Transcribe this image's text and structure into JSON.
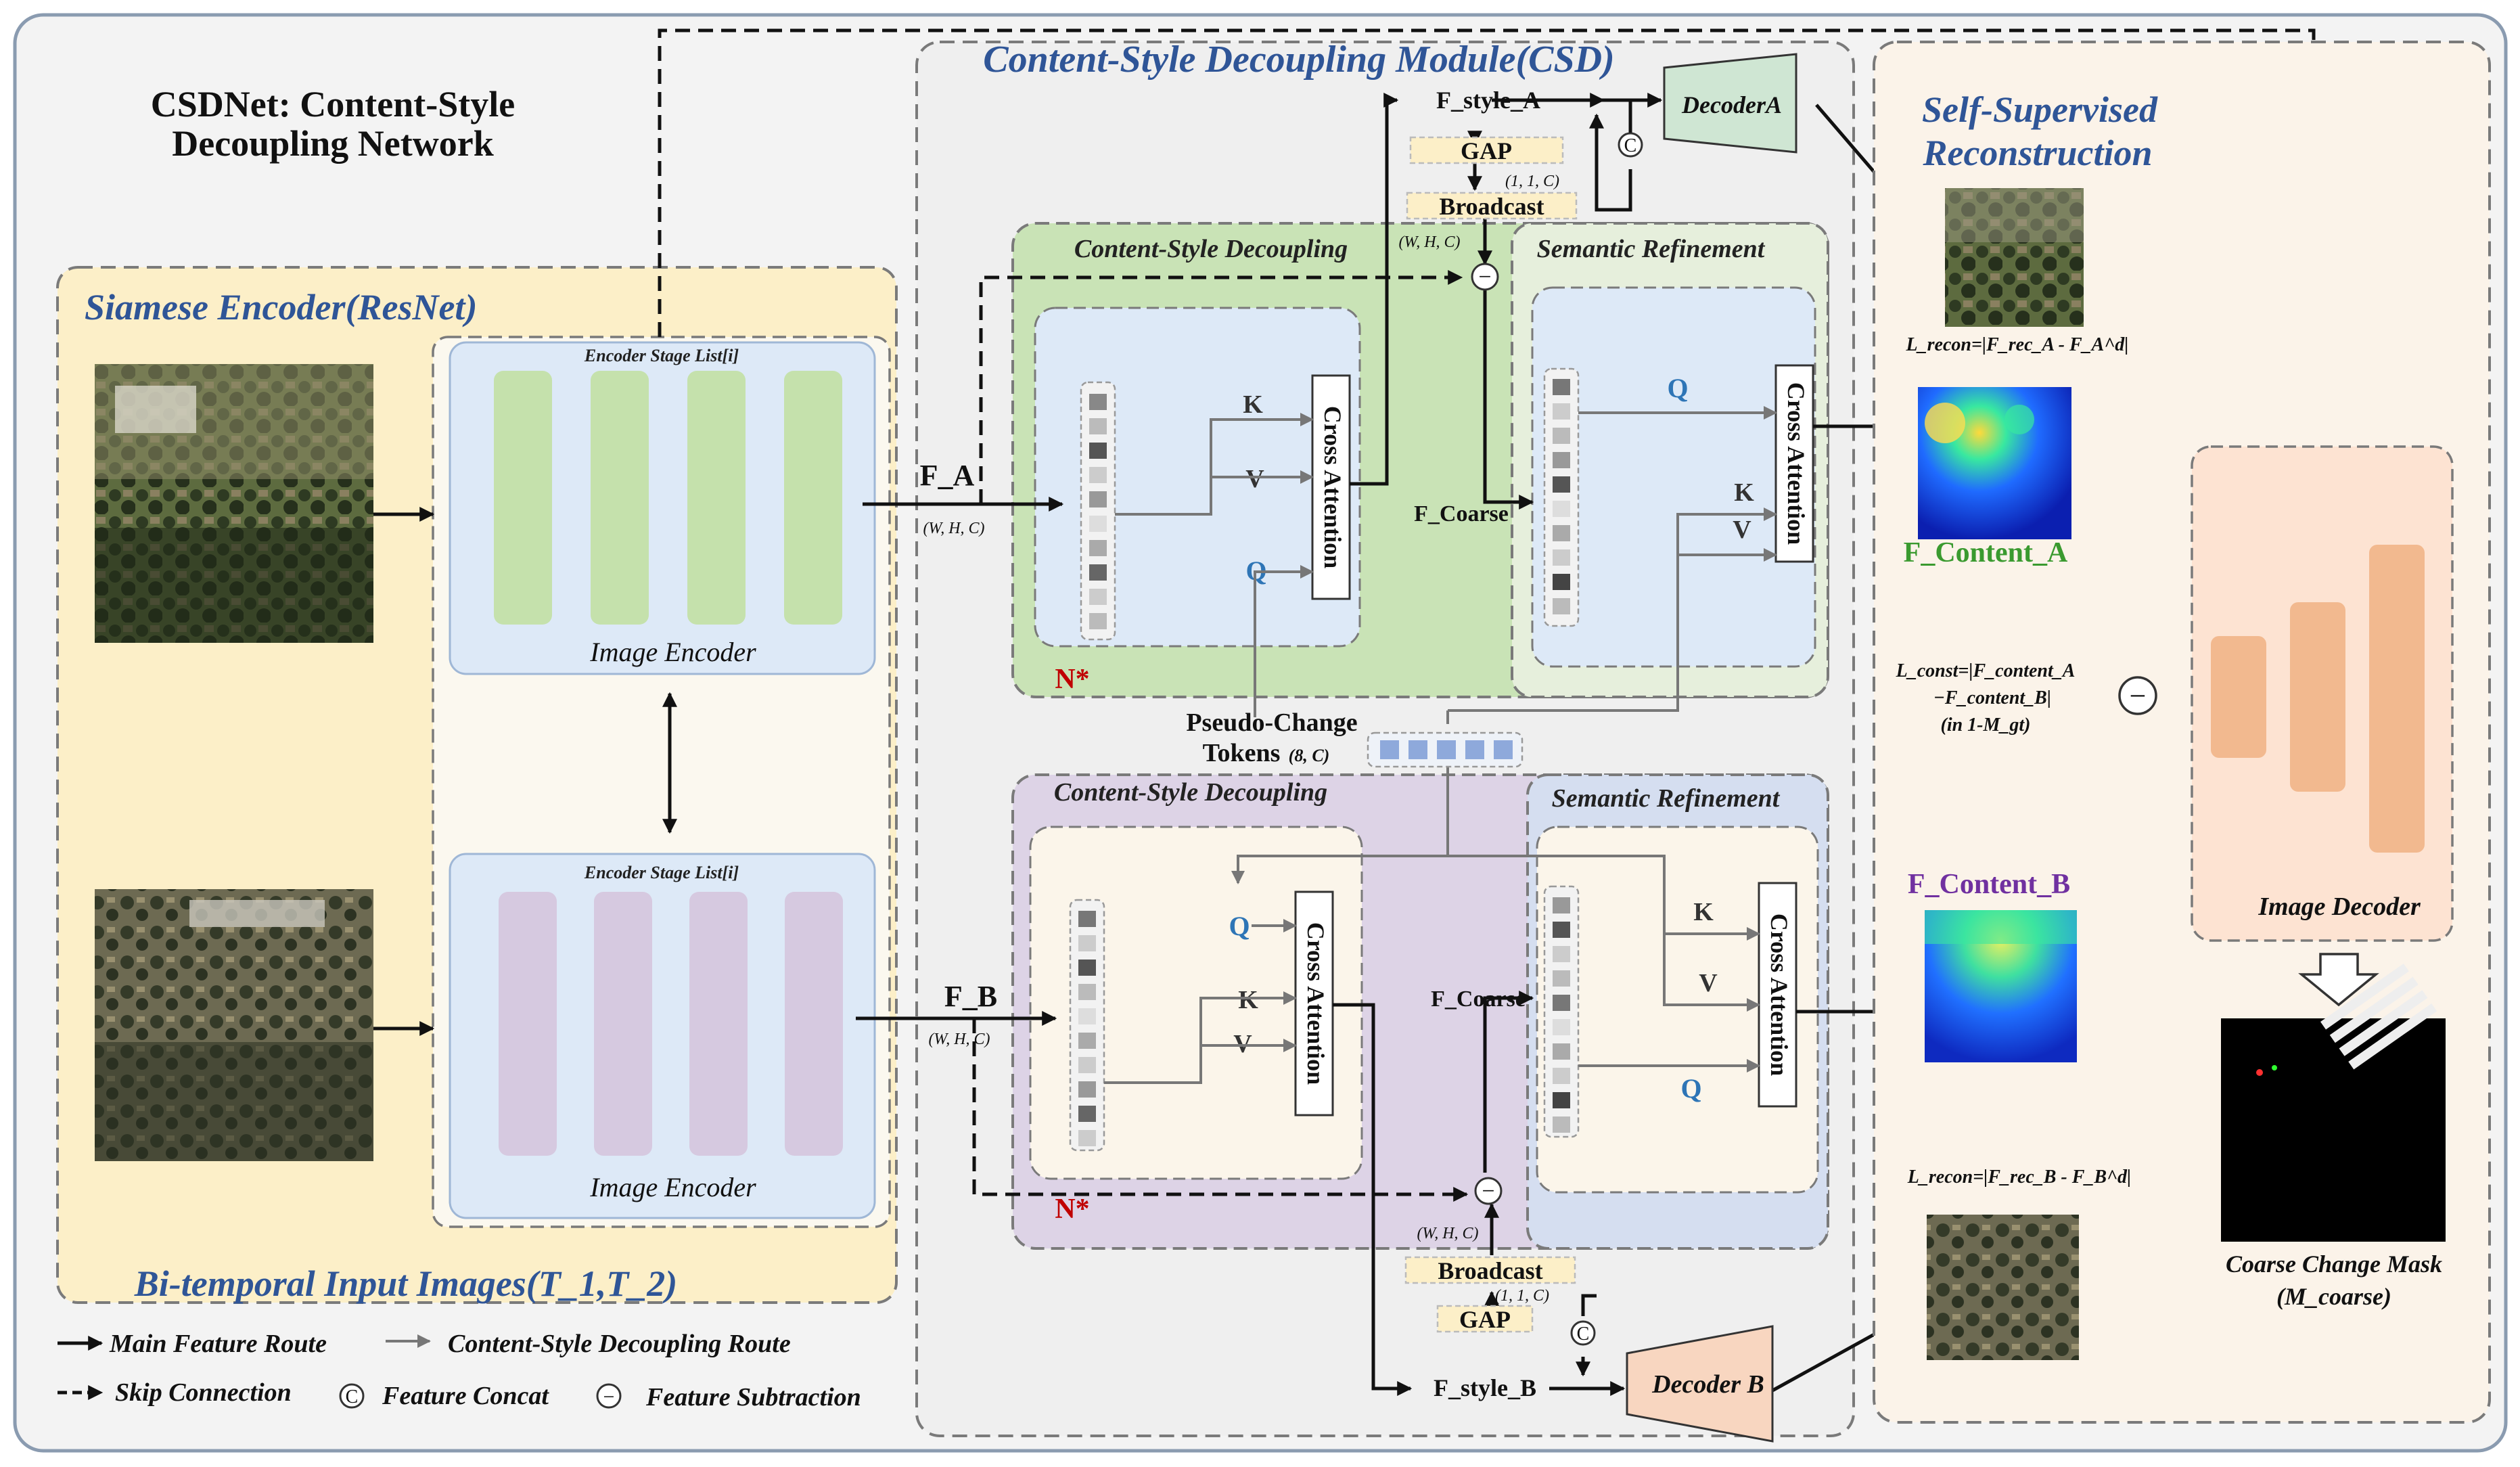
{
  "title": {
    "line1": "CSDNet: Content-Style",
    "line2": "Decoupling Network"
  },
  "encoder": {
    "section_title": "Siamese Encoder(ResNet)",
    "stage_label_top": "Encoder Stage List[i]",
    "stage_label_bottom": "Encoder Stage List[i]",
    "image_encoder_top": "Image Encoder",
    "image_encoder_bottom": "Image Encoder",
    "input_caption": "Bi-temporal Input Images(T_1,T_2)"
  },
  "csd": {
    "section_title": "Content-Style Decoupling Module(CSD)",
    "f_a": "F_A",
    "f_a_dim": "(W, H, C)",
    "f_b": "F_B",
    "f_b_dim": "(W, H, C)",
    "f_style_a": "F_style_A",
    "f_style_b": "F_style_B",
    "gap_top": "GAP",
    "gap_bottom": "GAP",
    "broadcast_top": "Broadcast",
    "broadcast_bottom": "Broadcast",
    "dim_11c_top": "(1, 1, C)",
    "dim_11c_bottom": "(1, 1, C)",
    "dim_whc_top": "(W, H, C)",
    "dim_whc_bottom": "(W, H, C)",
    "decoder_a": "DecoderA",
    "decoder_b": "Decoder B",
    "csd_label_top": "Content-Style Decoupling",
    "csd_label_bottom": "Content-Style Decoupling",
    "sr_label_top": "Semantic Refinement",
    "sr_label_bottom": "Semantic Refinement",
    "cross_attention": "Cross Attention",
    "k": "K",
    "v": "V",
    "q": "Q",
    "f_coarse_top": "F_Coarse",
    "f_coarse_bottom": "F_Coarse",
    "n_star_top": "N*",
    "n_star_bottom": "N*",
    "pseudo_line1": "Pseudo-Change",
    "pseudo_line2": "Tokens",
    "pseudo_dim": "(8, C)"
  },
  "ssr": {
    "section_title_line1": "Self-Supervised",
    "section_title_line2": "Reconstruction",
    "l_recon_a": "L_recon=|F_rec_A - F_A^d|",
    "l_recon_b": "L_recon=|F_rec_B - F_B^d|",
    "f_content_a": "F_Content_A",
    "f_content_b": "F_Content_B",
    "l_const_line1": "L_const=|F_content_A",
    "l_const_line2": "−F_content_B|",
    "l_const_line3": "(in 1-M_gt)",
    "image_decoder": "Image Decoder",
    "mask_line1": "Coarse Change Mask",
    "mask_line2": "(M_coarse)"
  },
  "legend": {
    "main_route": "Main Feature Route",
    "csd_route": "Content-Style Decoupling Route",
    "skip": "Skip Connection",
    "concat": "Feature Concat",
    "subtraction": "Feature Subtraction",
    "concat_symbol": "C",
    "minus_symbol": "−"
  },
  "colors": {
    "encoder_panel": "#fcefc8",
    "csd_green": "#c9e3b6",
    "csd_purple": "#ddd3e6",
    "inner_blue": "#dde9f7",
    "green_bar": "#c5e1ac",
    "purple_bar": "#d6c9e0",
    "orange_bar": "#f2b98f",
    "label_green": "#3a9a2f",
    "label_purple": "#7030a0",
    "title_blue": "#2f5597"
  }
}
